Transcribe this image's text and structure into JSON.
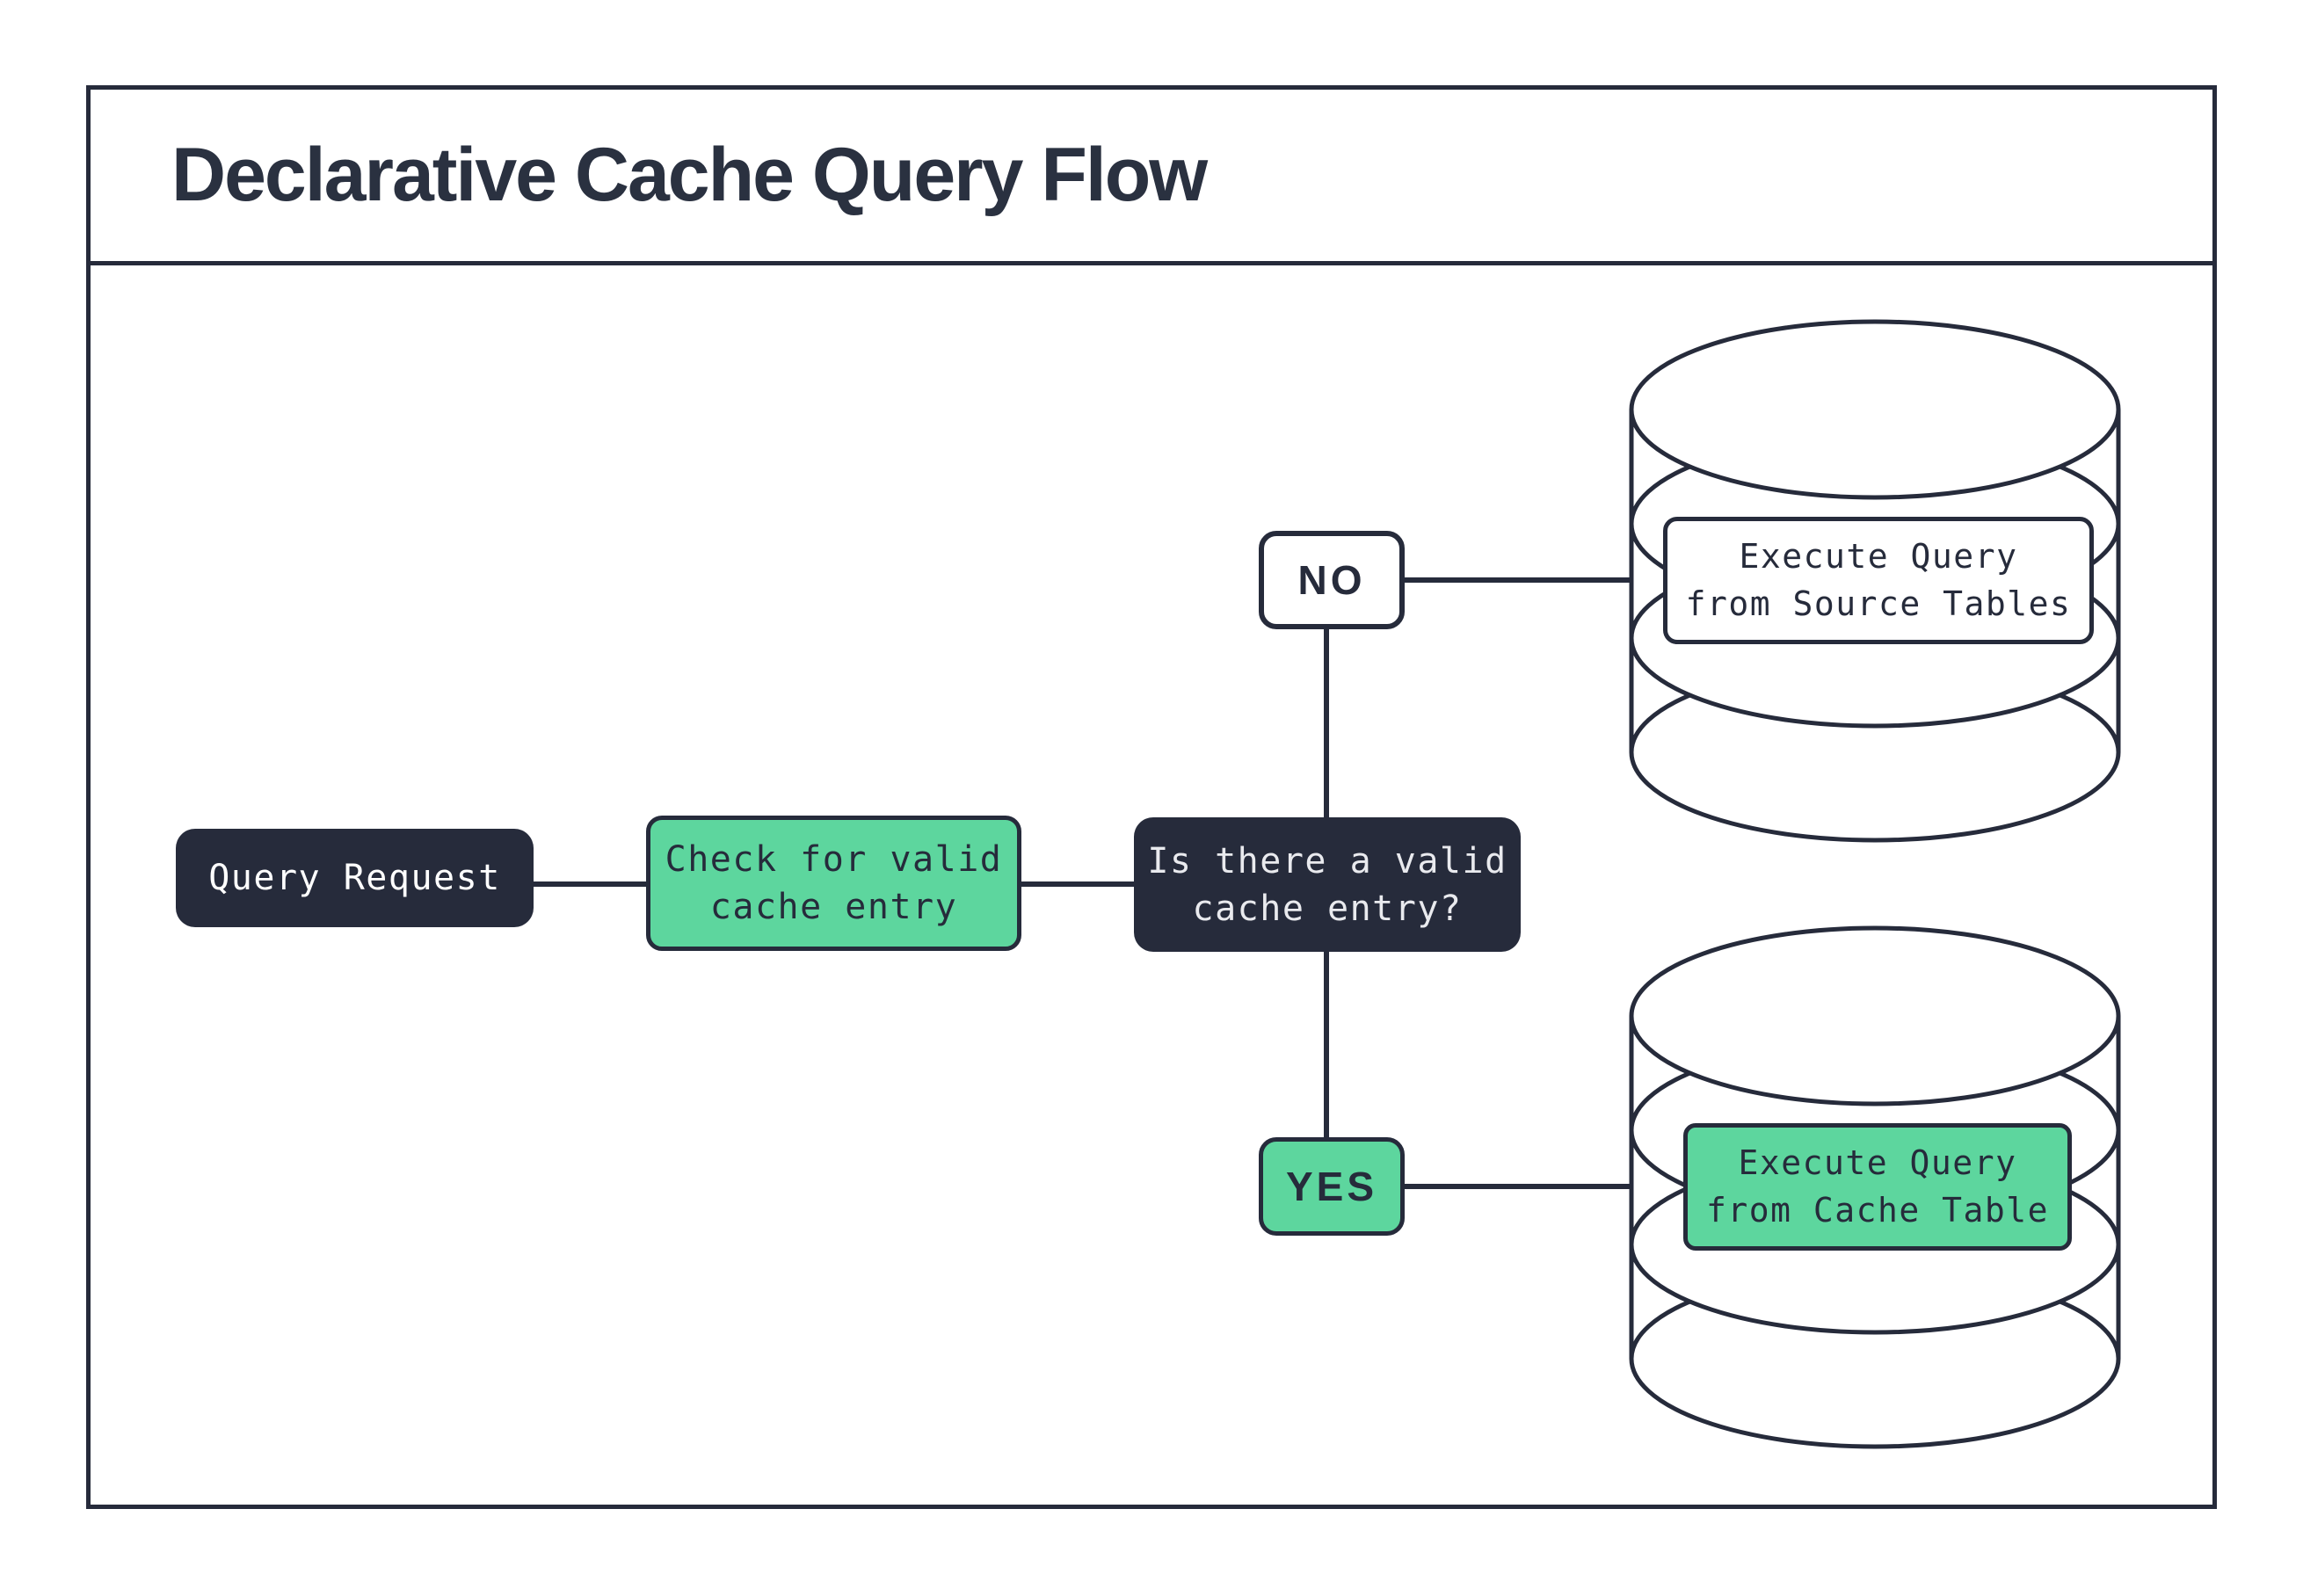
{
  "title": "Declarative Cache Query Flow",
  "colors": {
    "ink": "#262B3B",
    "green": "#5DD69E",
    "paper": "#FFFFFF",
    "text_light": "#E9EAEE",
    "title": "#2A3140"
  },
  "nodes": {
    "query_request": {
      "label": "Query Request"
    },
    "check_cache": {
      "line1": "Check for valid",
      "line2": "cache entry"
    },
    "decision": {
      "line1": "Is there a valid",
      "line2": "cache entry?"
    },
    "no_branch": {
      "label": "NO"
    },
    "yes_branch": {
      "label": "YES"
    },
    "source_db": {
      "line1": "Execute Query",
      "line2": "from Source Tables"
    },
    "cache_db": {
      "line1": "Execute Query",
      "line2": "from Cache Table"
    }
  }
}
